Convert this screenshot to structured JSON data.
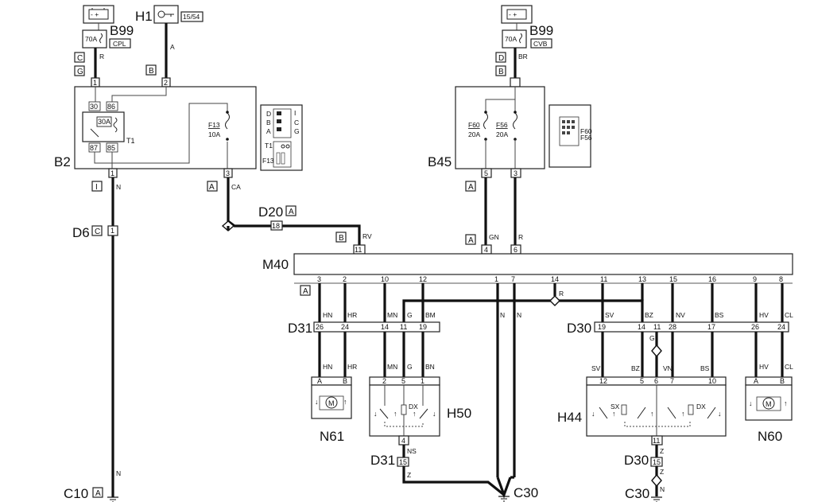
{
  "components": {
    "b99_left": {
      "label": "B99",
      "fuse": "70A",
      "tag": "CPL"
    },
    "b99_right": {
      "label": "B99",
      "fuse": "70A",
      "tag": "CVB"
    },
    "h1": {
      "label": "H1",
      "tag": "15/54"
    },
    "b2": {
      "label": "B2",
      "relay": "30A",
      "relay_name": "T1",
      "fuse": "F13",
      "fuse_rating": "10A",
      "pins": [
        "30",
        "86",
        "87",
        "85"
      ]
    },
    "b45": {
      "label": "B45",
      "fuse1": "F60",
      "fuse1_rating": "20A",
      "fuse2": "F56",
      "fuse2_rating": "20A"
    },
    "m40": {
      "label": "M40"
    },
    "d31": {
      "label": "D31"
    },
    "d30": {
      "label": "D30"
    },
    "d20": {
      "label": "D20",
      "tag": "A"
    },
    "d6": {
      "label": "D6",
      "tag": "C"
    },
    "n61": {
      "label": "N61"
    },
    "n60": {
      "label": "N60"
    },
    "h50": {
      "label": "H50",
      "switch": "DX"
    },
    "h44": {
      "label": "H44",
      "switch_left": "SX",
      "switch_right": "DX"
    },
    "c10": {
      "label": "C10",
      "tag": "A"
    },
    "c30_left": {
      "label": "C30"
    },
    "c30_right": {
      "label": "C30"
    },
    "d31_bottom": {
      "label": "D31"
    },
    "d30_bottom": {
      "label": "D30"
    }
  },
  "inset_b2": {
    "labels": [
      "I",
      "D",
      "B",
      "C",
      "A",
      "G",
      "T1",
      "F13"
    ]
  },
  "inset_b45": {
    "labels": [
      "F60",
      "F56"
    ]
  },
  "wires": {
    "w_r": "R",
    "w_a": "A",
    "w_br": "BR",
    "w_n": "N",
    "w_ca": "CA",
    "w_rv": "RV",
    "w_gn": "GN",
    "w_r2": "R",
    "w_hn": "HN",
    "w_hr": "HR",
    "w_mn": "MN",
    "w_g": "G",
    "w_bm": "BM",
    "w_bn": "BN",
    "w_n1": "N",
    "w_n2": "N",
    "w_r3": "R",
    "w_sv": "SV",
    "w_bz": "BZ",
    "w_g2": "G",
    "w_nv": "NV",
    "w_vn": "VN",
    "w_bs": "BS",
    "w_hv": "HV",
    "w_cl": "CL",
    "w_ns": "NS",
    "w_z1": "Z",
    "w_z2": "Z",
    "w_nbot": "N",
    "w_c10n": "N",
    "w_hn2": "HN",
    "w_hr2": "HR",
    "w_mn2": "MN",
    "w_g3": "G",
    "w_sv2": "SV",
    "w_bz2": "BZ",
    "w_bs2": "BS",
    "w_hv2": "HV",
    "w_cl2": "CL"
  },
  "tags": {
    "t_c": "C",
    "t_g": "G",
    "t_b": "B",
    "t_d": "D",
    "t_b2": "B",
    "t_i": "I",
    "t_a1": "A",
    "t_a2": "A",
    "t_a3": "A",
    "t_b3": "B",
    "t_a4": "A"
  },
  "pins": {
    "p1": "1",
    "p2": "2",
    "p1b": "1",
    "p3": "3",
    "p5": "5",
    "p3b": "3",
    "p18": "18",
    "p11": "11",
    "p1c": "1",
    "p4": "4",
    "p6": "6",
    "m3": "3",
    "m2": "2",
    "m10": "10",
    "m12": "12",
    "m1": "1",
    "m7": "7",
    "m14": "14",
    "m11": "11",
    "m13": "13",
    "m15": "15",
    "m16": "16",
    "m9": "9",
    "m8": "8",
    "d26": "26",
    "d24": "24",
    "d14": "14",
    "d11": "11",
    "d19": "19",
    "e19": "19",
    "e14": "14",
    "e11": "11",
    "e28": "28",
    "e17": "17",
    "e26": "26",
    "e24": "24",
    "n61a": "A",
    "n61b": "B",
    "n60a": "A",
    "n60b": "B",
    "h50_2": "2",
    "h50_5": "5",
    "h50_1": "1",
    "h50_4": "4",
    "h44_12": "12",
    "h44_5": "5",
    "h44_6": "6",
    "h44_7": "7",
    "h44_10": "10",
    "h44_11": "11",
    "b15": "15",
    "b15b": "15",
    "b11": "11"
  },
  "motor_symbol": "M"
}
